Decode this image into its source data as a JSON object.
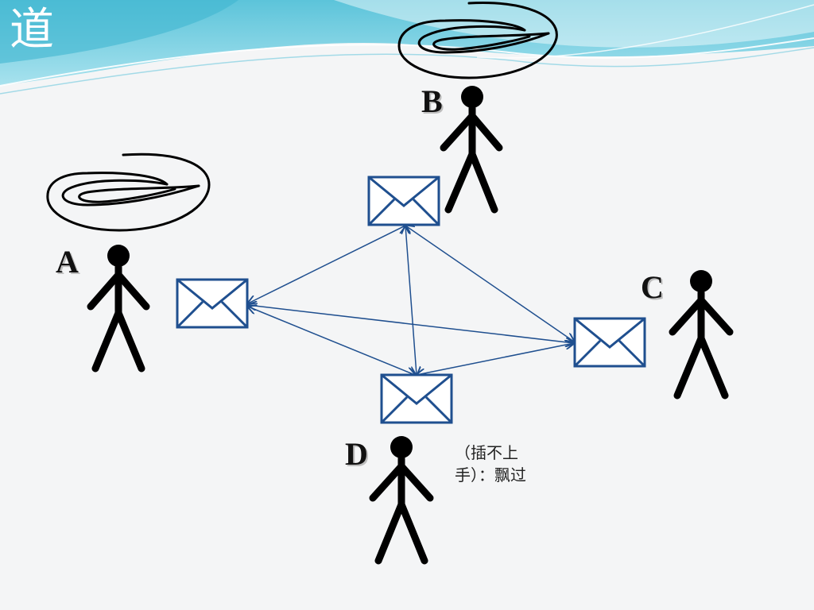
{
  "slide": {
    "title": "道",
    "note_line1": "（插不上",
    "note_line2": "手）：飘过"
  },
  "people": [
    {
      "id": "A",
      "label": "A"
    },
    {
      "id": "B",
      "label": "B"
    },
    {
      "id": "C",
      "label": "C"
    },
    {
      "id": "D",
      "label": "D"
    }
  ],
  "colors": {
    "arrow": "#1f4f8f",
    "envelope": "#1f4f8f",
    "figure": "#000000",
    "banner_light": "#cfeff5",
    "banner_mid": "#7fd3e3",
    "banner_dark": "#43b9d3"
  }
}
